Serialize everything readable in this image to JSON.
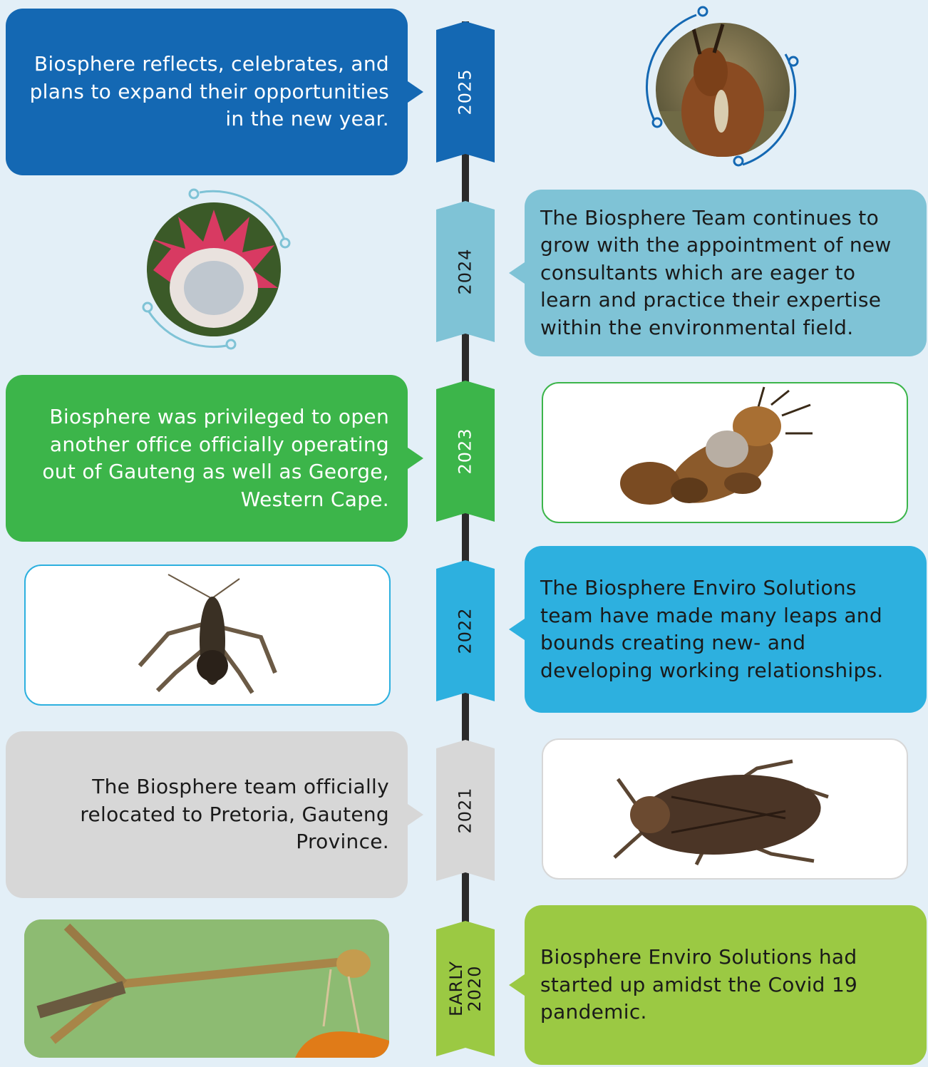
{
  "timeline": {
    "entries": [
      {
        "year": "2025",
        "text": "Biosphere reflects, celebrates, and plans to expand their opportunities in the new year.",
        "color": "#1468b3"
      },
      {
        "year": "2024",
        "text": "The Biosphere Team continues to grow with the appointment of new consultants which are eager to learn and practice their expertise within the environmental field.",
        "color": "#7fc3d6"
      },
      {
        "year": "2023",
        "text": "Biosphere was privileged to open another office officially operating out of Gauteng as well as George, Western Cape.",
        "color": "#3cb54a"
      },
      {
        "year": "2022",
        "text": "The Biosphere Enviro Solutions team have made many leaps and bounds creating new- and developing working relationships.",
        "color": "#2db0df"
      },
      {
        "year": "2021",
        "text": "The Biosphere team officially relocated to Pretoria, Gauteng Province.",
        "color": "#d7d7d7"
      },
      {
        "year_line1": "EARLY",
        "year_line2": "2020",
        "text": "Biosphere Enviro Solutions had started up amidst the Covid 19 pandemic.",
        "color": "#9bc943"
      }
    ]
  },
  "images": {
    "antelope": "bushbuck-photo",
    "protea": "king-protea-photo",
    "caddisfly": "caddisfly-larva-photo",
    "mayfly": "mayfly-nymph-photo",
    "waterbug": "water-bug-photo",
    "damselfly": "damselfly-photo"
  }
}
